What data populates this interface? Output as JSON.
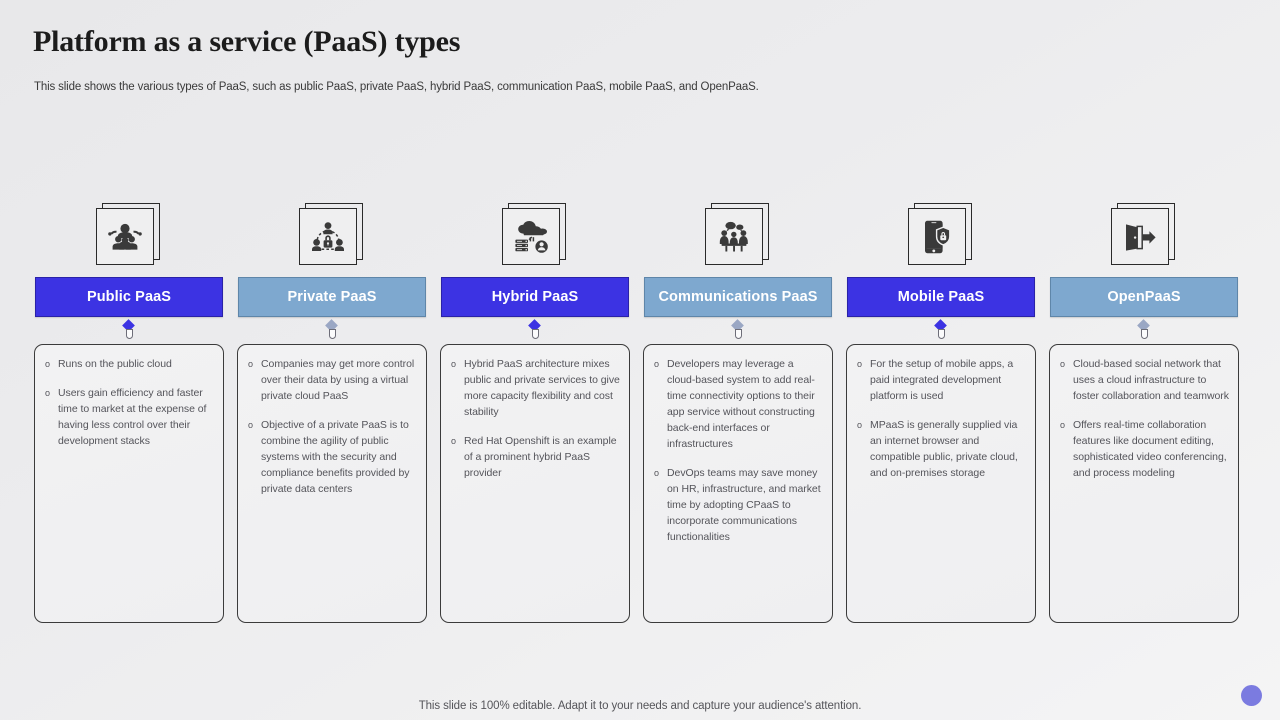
{
  "slide": {
    "title": "Platform as a service (PaaS) types",
    "subtitle": "This slide shows the various types of PaaS, such as public PaaS, private PaaS, hybrid PaaS, communication PaaS, mobile PaaS, and OpenPaaS.",
    "footer_note": "This slide is 100% editable. Adapt it to your needs and capture your audience's attention."
  },
  "colors": {
    "header_blue": "#3c33e3",
    "header_steel": "#7ea8cf",
    "body_text": "#54545a",
    "card_border": "#3b3b3b",
    "corner_dot": "#7b7be0"
  },
  "columns": [
    {
      "title": "Public PaaS",
      "style": "blue",
      "icon": "people-group-icon",
      "bullets": [
        "Runs on the public cloud",
        "Users gain efficiency and faster time to market at the expense of having less control over their development stacks"
      ]
    },
    {
      "title": "Private PaaS",
      "style": "steel",
      "icon": "people-network-lock-icon",
      "bullets": [
        "Companies may get more control over their data by using a virtual private cloud PaaS",
        "Objective of a private PaaS is to combine the agility of public systems with the security and compliance benefits provided by private data centers"
      ]
    },
    {
      "title": "Hybrid PaaS",
      "style": "blue",
      "icon": "cloud-server-user-icon",
      "bullets": [
        "Hybrid PaaS architecture mixes public and private services to give more capacity flexibility and cost stability",
        "Red Hat Openshift is an example of a prominent hybrid PaaS provider"
      ]
    },
    {
      "title": "Communications PaaS",
      "style": "steel",
      "icon": "people-meeting-chat-icon",
      "bullets": [
        "Developers may leverage a cloud-based system to add real-time connectivity options to their app service without constructing back-end interfaces or infrastructures",
        "DevOps teams may save money on HR, infrastructure, and market time by adopting CPaaS to incorporate communications functionalities"
      ]
    },
    {
      "title": "Mobile PaaS",
      "style": "blue",
      "icon": "smartphone-shield-lock-icon",
      "bullets": [
        "For the setup of mobile apps, a paid integrated development platform is used",
        "MPaaS is generally supplied via an internet browser and compatible public, private cloud, and on-premises storage"
      ]
    },
    {
      "title": "OpenPaaS",
      "style": "steel",
      "icon": "open-door-arrow-icon",
      "bullets": [
        "Cloud-based social network that uses a cloud infrastructure to foster collaboration and teamwork",
        "Offers real-time collaboration features like document editing, sophisticated video conferencing, and process modeling"
      ]
    }
  ],
  "bullet_marker": "o"
}
